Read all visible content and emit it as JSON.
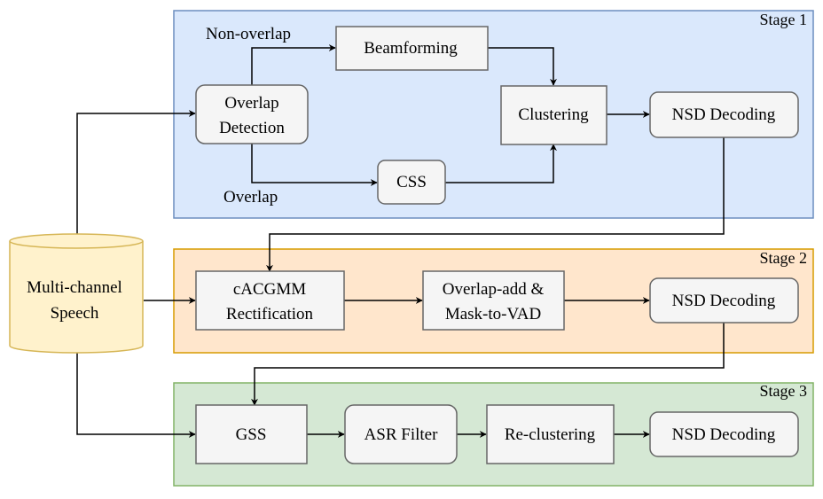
{
  "stages": {
    "stage1": {
      "label": "Stage 1",
      "fill": "#dae8fc",
      "stroke": "#6c8ebf"
    },
    "stage2": {
      "label": "Stage 2",
      "fill": "#ffe6cc",
      "stroke": "#d79b00"
    },
    "stage3": {
      "label": "Stage 3",
      "fill": "#d5e8d4",
      "stroke": "#82b366"
    }
  },
  "input": {
    "line1": "Multi-channel",
    "line2": "Speech",
    "fill": "#fff2cc",
    "stroke": "#d6b656"
  },
  "stage1_nodes": {
    "overlap_detection": {
      "line1": "Overlap",
      "line2": "Detection"
    },
    "beamforming": "Beamforming",
    "css": "CSS",
    "clustering": "Clustering",
    "nsd": "NSD Decoding"
  },
  "edge_labels": {
    "non_overlap": "Non-overlap",
    "overlap": "Overlap"
  },
  "stage2_nodes": {
    "cacgmm": {
      "line1": "cACGMM",
      "line2": "Rectification"
    },
    "overlap_add": {
      "line1": "Overlap-add &",
      "line2": "Mask-to-VAD"
    },
    "nsd": "NSD Decoding"
  },
  "stage3_nodes": {
    "gss": "GSS",
    "asr_filter": "ASR Filter",
    "reclustering": "Re-clustering",
    "nsd": "NSD Decoding"
  }
}
